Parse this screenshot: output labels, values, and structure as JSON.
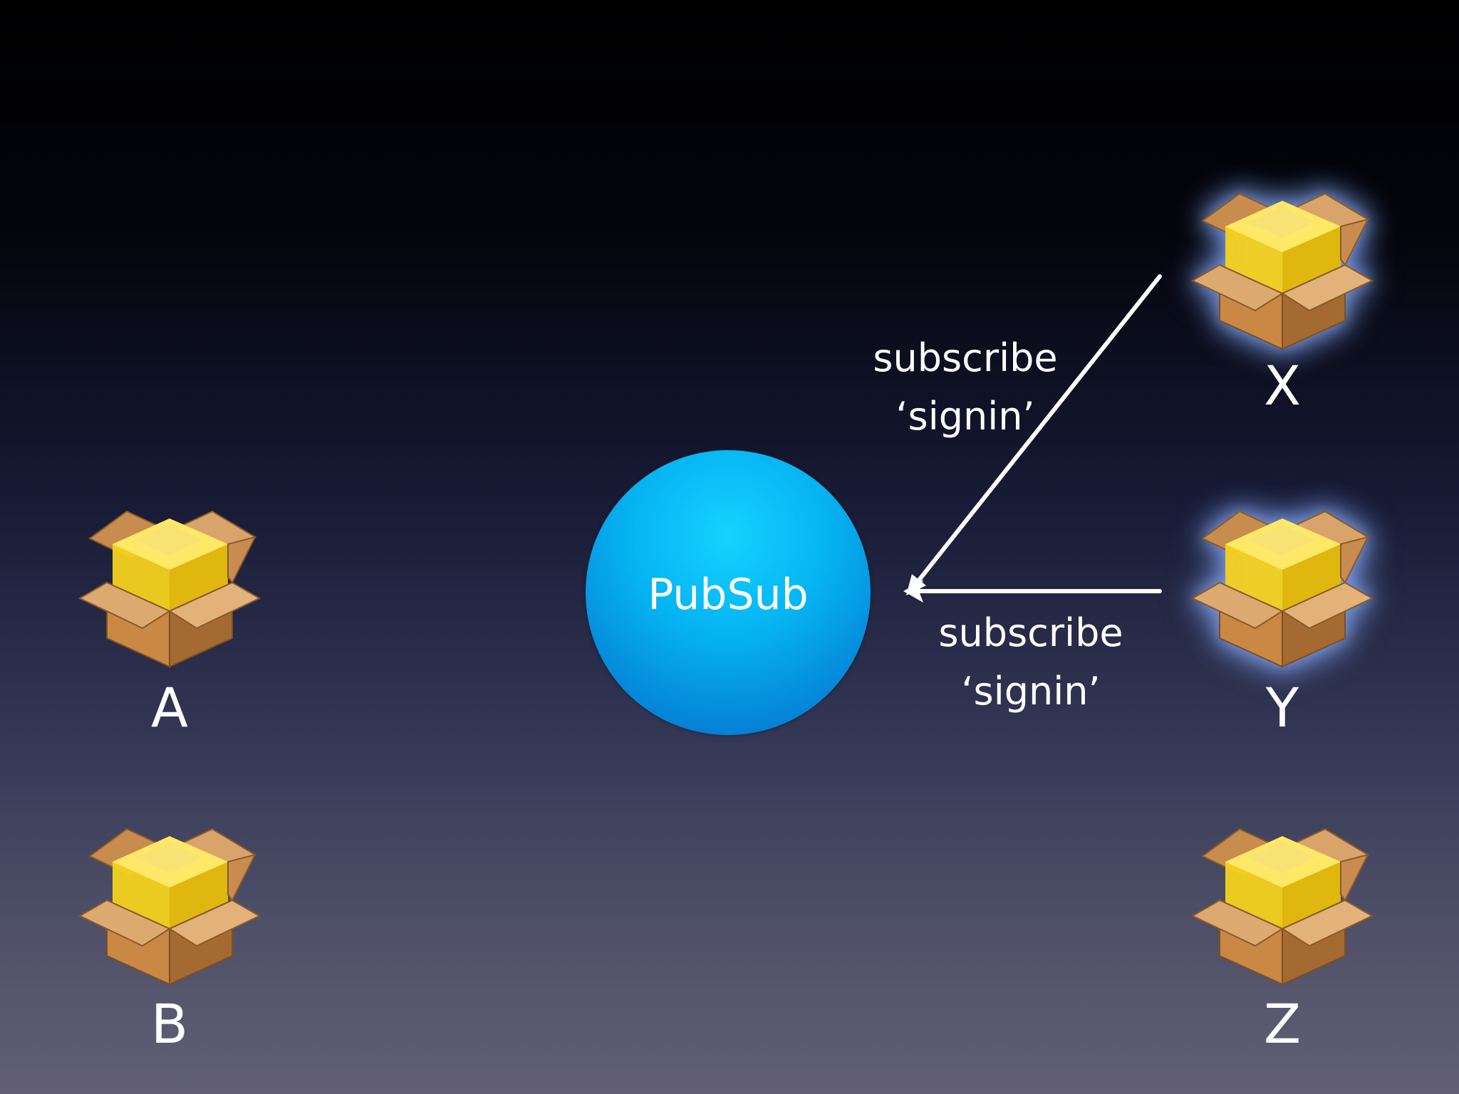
{
  "hub": {
    "label": "PubSub"
  },
  "nodes": [
    {
      "id": "a",
      "label": "A",
      "highlighted": false
    },
    {
      "id": "b",
      "label": "B",
      "highlighted": false
    },
    {
      "id": "x",
      "label": "X",
      "highlighted": true
    },
    {
      "id": "y",
      "label": "Y",
      "highlighted": true
    },
    {
      "id": "z",
      "label": "Z",
      "highlighted": false
    }
  ],
  "edges": [
    {
      "from": "X",
      "to": "PubSub",
      "line1": "subscribe",
      "line2": "‘signin’"
    },
    {
      "from": "Y",
      "to": "PubSub",
      "line1": "subscribe",
      "line2": "‘signin’"
    }
  ],
  "colors": {
    "hub": "#08b0f0",
    "arrow": "#ffffff",
    "box_cardboard": "#b87a3e",
    "box_contents": "#f2cc1a",
    "highlight_glow": "#7fa6ff"
  },
  "icon": "package-icon"
}
